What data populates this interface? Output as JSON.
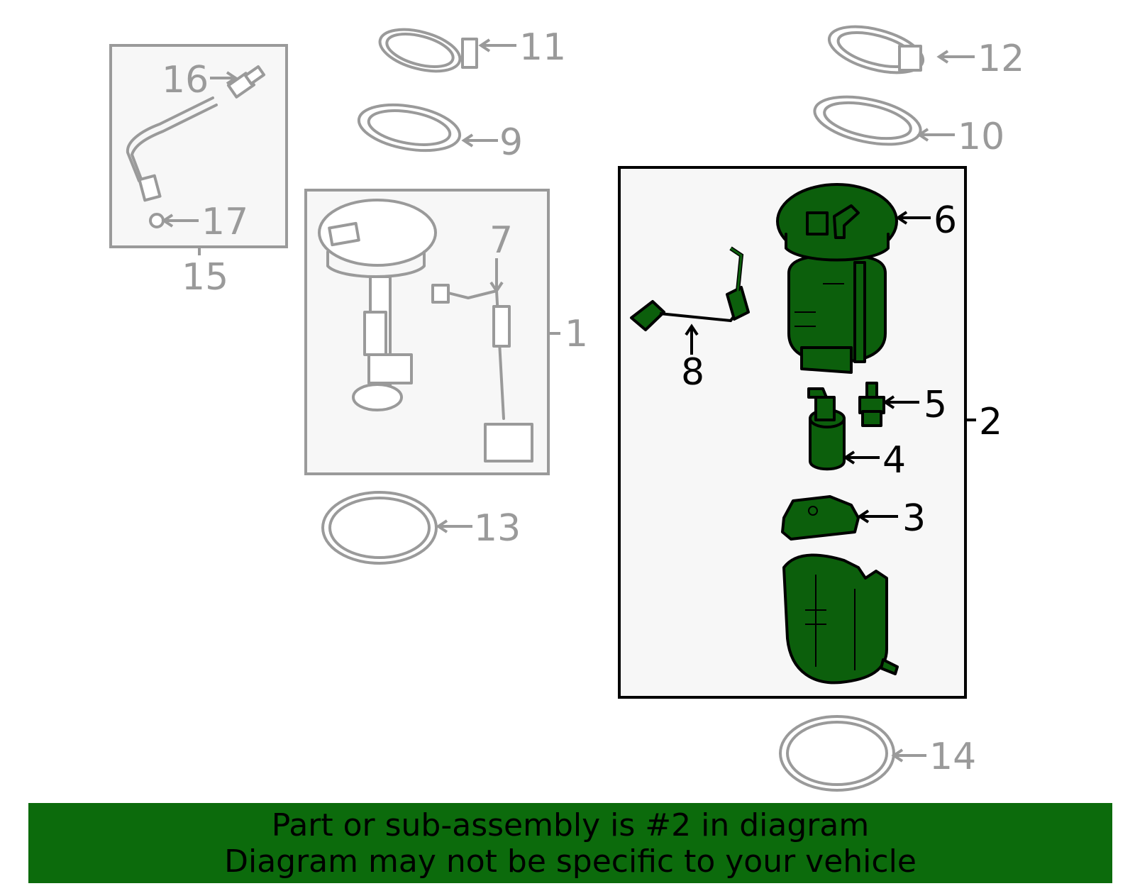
{
  "callouts": {
    "c1": "1",
    "c2": "2",
    "c3": "3",
    "c4": "4",
    "c5": "5",
    "c6": "6",
    "c7": "7",
    "c8": "8",
    "c9": "9",
    "c10": "10",
    "c11": "11",
    "c12": "12",
    "c13": "13",
    "c14": "14",
    "c15": "15",
    "c16": "16",
    "c17": "17"
  },
  "highlight_part": "2",
  "colors": {
    "highlight_fill": "#0c5f0c",
    "outline_gray": "#9a9a9a",
    "banner_bg": "#0c6b0c",
    "panel_bg": "#f7f7f7"
  },
  "banner": {
    "line1": "Part or sub-assembly is #2 in diagram",
    "line2": "Diagram may not be specific to your vehicle"
  }
}
